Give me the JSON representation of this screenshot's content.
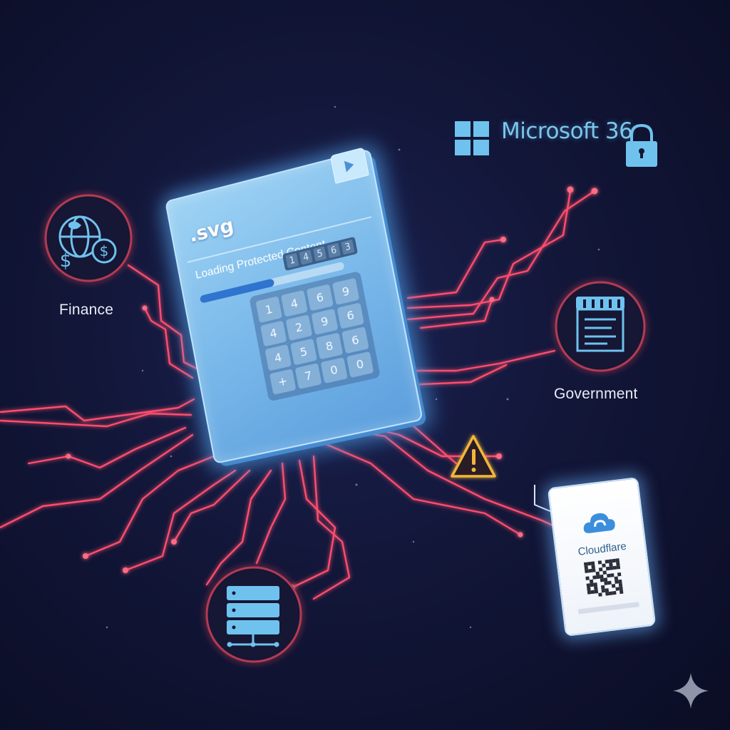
{
  "window": {
    "title": ".svg",
    "loading_text": "Loading Protected Content...",
    "progress": 0.52,
    "code_digits": [
      "1",
      "4",
      "5",
      "6",
      "3"
    ],
    "keypad_keys": [
      "1",
      "4",
      "6",
      "9",
      "4",
      "2",
      "9",
      "6",
      "4",
      "5",
      "8",
      "6",
      "+",
      "7",
      "0",
      "0"
    ]
  },
  "nodes": {
    "finance": {
      "label": "Finance",
      "icon": "globe-dollar-icon"
    },
    "government": {
      "label": "Government",
      "icon": "government-building-icon"
    },
    "server": {
      "icon": "server-stack-icon"
    }
  },
  "microsoft": {
    "text": "Microsoft 36",
    "icons": [
      "windows-logo-icon",
      "padlock-icon"
    ]
  },
  "cloudflare": {
    "text": "Cloudflare",
    "icons": [
      "cloud-icon",
      "qr-code-icon"
    ]
  },
  "warning": {
    "icon": "warning-triangle-icon"
  },
  "colors": {
    "background": "#121638",
    "circuit": "#ff4d6d",
    "window": "#7ab9ea",
    "node_ring": "#b23a52",
    "warning": "#f3b63a"
  }
}
